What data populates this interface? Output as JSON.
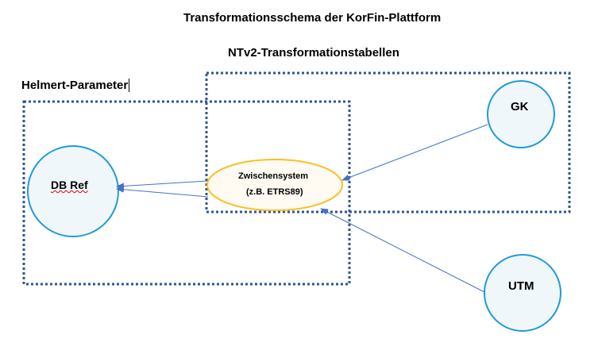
{
  "title": "Transformationsschema der KorFin-Plattform",
  "ntv2_label": "NTv2-Transformationstabellen",
  "helmert_label": "Helmert-Parameter",
  "nodes": {
    "gk": "GK",
    "utm": "UTM",
    "db_ref": "DB Ref",
    "intermediate_line1": "Zwischensystem",
    "intermediate_line2": "(z.B. ETRS89)"
  },
  "colors": {
    "box_border": "#2f5496",
    "circle_border": "#1e9bd7",
    "circle_fill": "#f0f7fb",
    "ellipse_border": "#fbbf24",
    "ellipse_fill": "#fffbf2",
    "arrow": "#4472c4"
  }
}
